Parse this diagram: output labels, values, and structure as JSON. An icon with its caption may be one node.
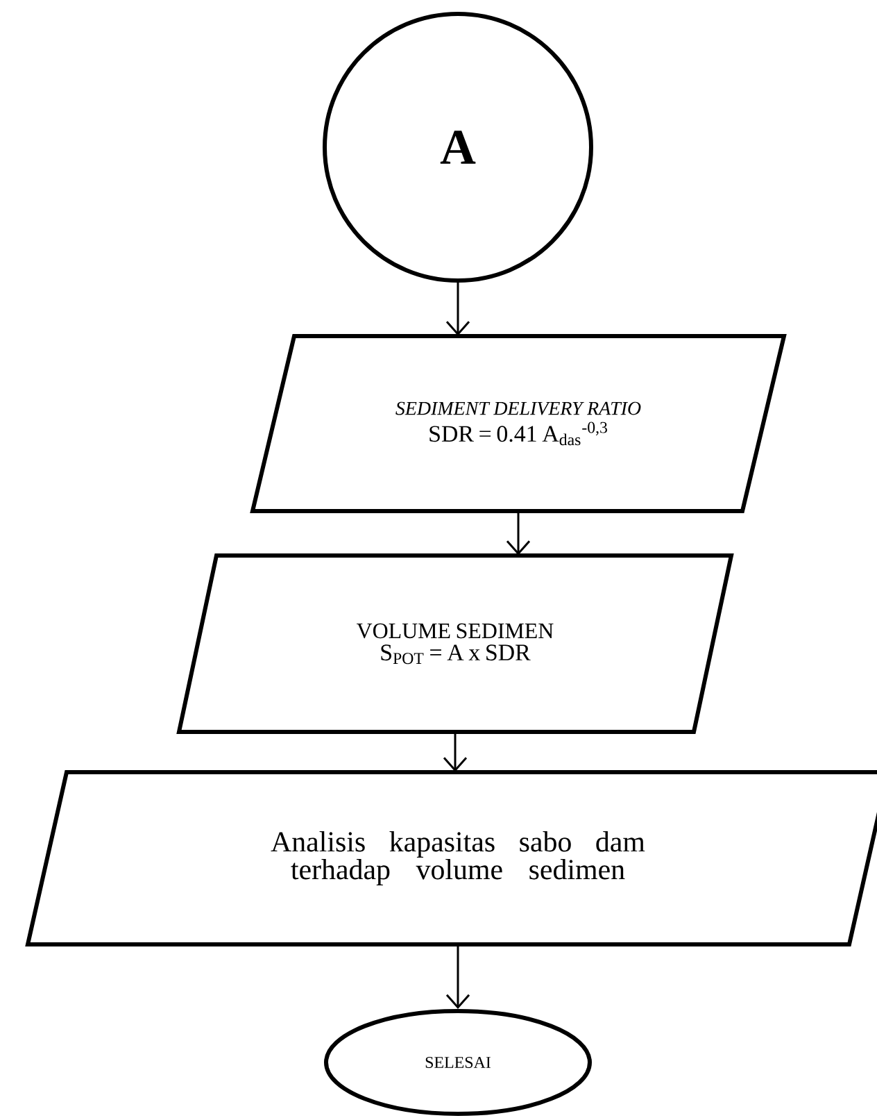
{
  "diagram": {
    "nodes": [
      {
        "text": [
          "A"
        ]
      },
      {
        "text": [
          "SEDIMENT DELIVERY RATIO",
          "SDR = 0.41 A$_{das}$$^{-0,3}$"
        ]
      },
      {
        "text": [
          "VOLUME SEDIMEN",
          "S$_{POT}$ = A x SDR"
        ]
      },
      {
        "text": [
          "Analisis kapasitas sabo dam terhadap volume sedimen"
        ]
      },
      {
        "text": [
          "SELESAI"
        ]
      }
    ],
    "edges": [
      {
        "from": 0,
        "to": 1,
        "arrow": "to"
      },
      {
        "from": 1,
        "to": 2,
        "arrow": "to"
      },
      {
        "from": 2,
        "to": 3,
        "arrow": "to"
      },
      {
        "from": 3,
        "to": 4,
        "arrow": "to"
      }
    ]
  }
}
